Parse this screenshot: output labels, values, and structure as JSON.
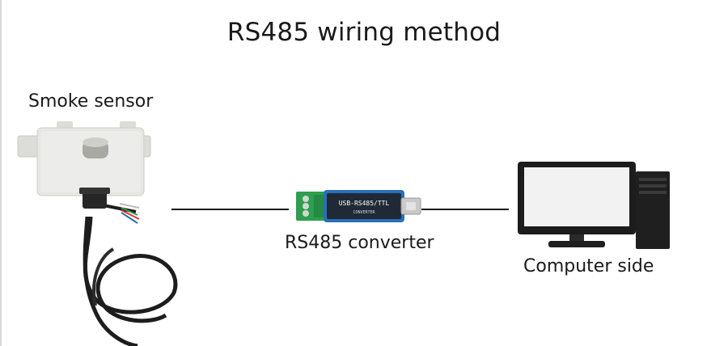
{
  "title": "RS485 wiring method",
  "labels": {
    "sensor": "Smoke sensor",
    "converter": "RS485 converter",
    "computer": "Computer side"
  },
  "converter_text": {
    "main": "USB-RS485/TTL",
    "sub": "CONVERTER"
  },
  "colors": {
    "text": "#1a1a1a",
    "line": "#1a1a1a",
    "terminal_green": "#2e9e4f",
    "converter_blue": "#2a6fb8",
    "enclosure": "#e6e6e2"
  },
  "icons": [
    "smoke-sensor-image",
    "rs485-converter-image",
    "computer-image"
  ]
}
